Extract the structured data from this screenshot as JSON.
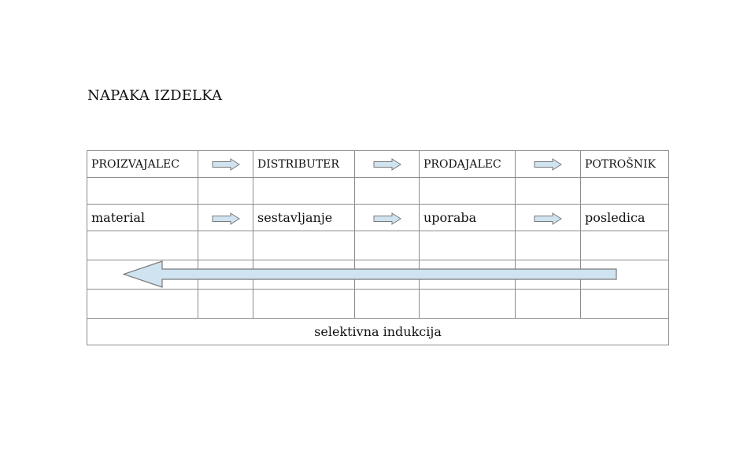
{
  "title": "NAPAKA IZDELKA",
  "header_row": [
    "PROIZVAJALEC",
    "DISTRIBUTER",
    "PRODAJALEC",
    "POTROŠNIK"
  ],
  "step_row": [
    "material",
    "sestavljanje",
    "uporaba",
    "posledica"
  ],
  "footer": "selektivna indukcija",
  "colors": {
    "arrow_fill": "#cfe3f1",
    "arrow_stroke": "#7a7a7a",
    "grid_line": "#8c8c8c"
  }
}
